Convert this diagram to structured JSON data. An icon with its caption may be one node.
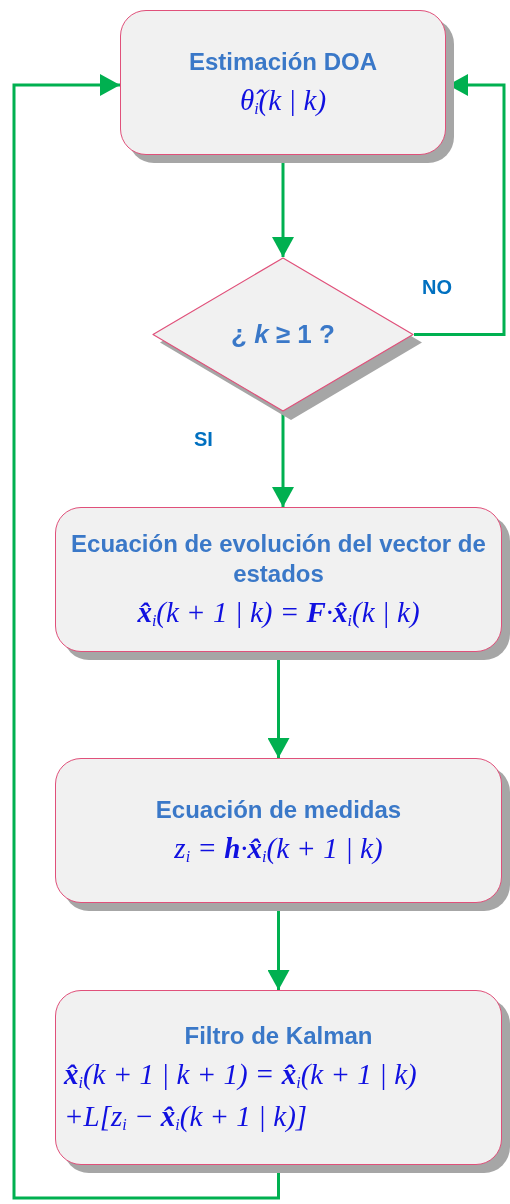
{
  "diagram": {
    "nodes": [
      {
        "text": [
          "Estimación DOA",
          "θ̂$_{i}$(k | k)"
        ]
      },
      {
        "text": [
          "¿ *k* ≥ 1 ?"
        ]
      },
      {
        "text": [
          "Ecuación de evolución del vector de estados",
          "**x̂**$_{i}$(k + 1 | k) = **F**·**x̂**$_{i}$(k | k)"
        ]
      },
      {
        "text": [
          "Ecuación de medidas",
          "z$_{i}$ = **h**·**x̂**$_{i}$(k + 1 | k)"
        ]
      },
      {
        "text": [
          "Filtro de Kalman",
          "**x̂**$_{i}$(k + 1 | k + 1) = **x̂**$_{i}$(k + 1 | k)",
          "+L[z$_{i}$ − **x̂**$_{i}$(k + 1 | k)]"
        ]
      }
    ],
    "edges": [
      {
        "from": 0,
        "to": 1,
        "arrow": "to"
      },
      {
        "from": 1,
        "to": 2,
        "arrow": "to",
        "label": "SI"
      },
      {
        "from": 2,
        "to": 3,
        "arrow": "to"
      },
      {
        "from": 3,
        "to": 4,
        "arrow": "to"
      },
      {
        "from": 1,
        "to": 0,
        "arrow": "to",
        "label": "NO"
      },
      {
        "from": 4,
        "to": 0,
        "arrow": "to"
      }
    ]
  }
}
